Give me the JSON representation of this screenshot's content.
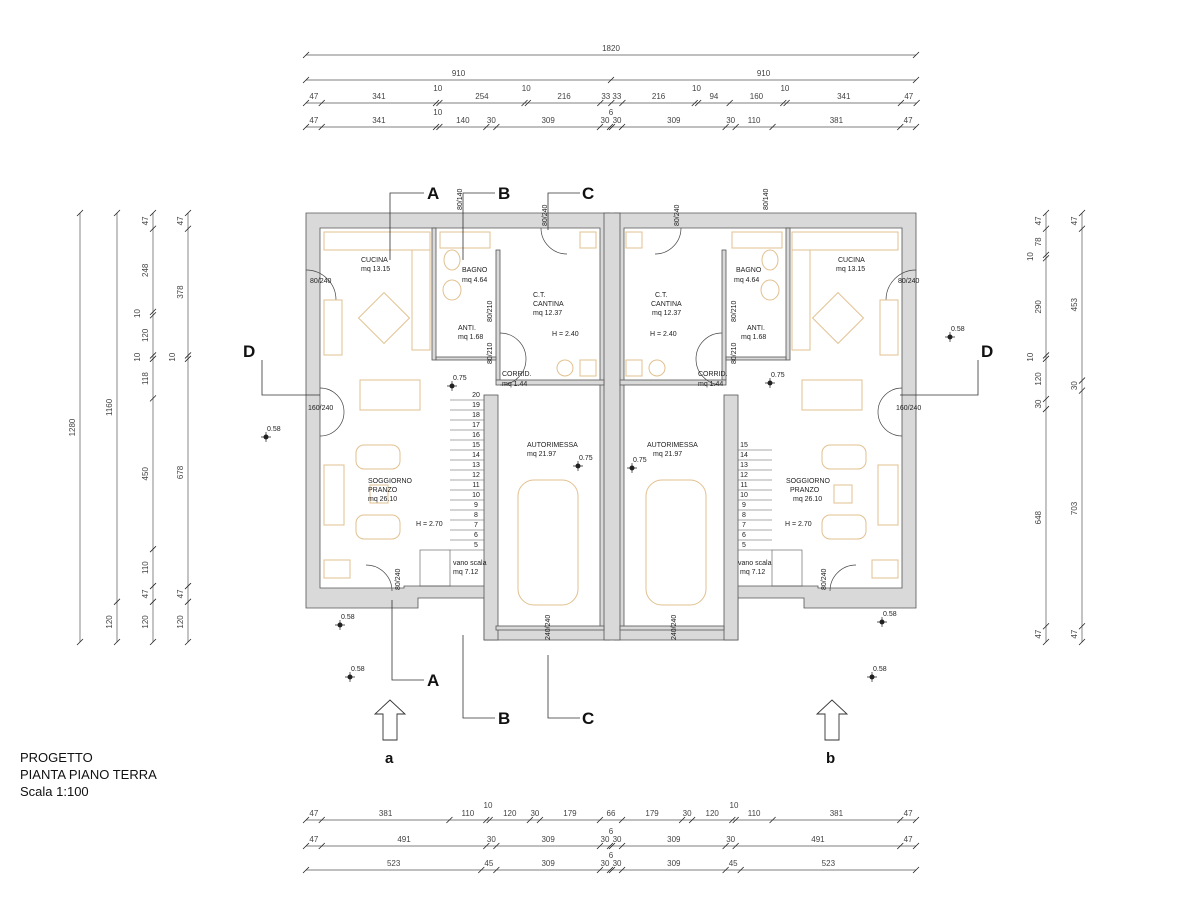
{
  "title_block": {
    "line1": "PROGETTO",
    "line2": "PIANTA PIANO TERRA",
    "line3": "Scala 1:100"
  },
  "dimensions": {
    "top": [
      [
        1820
      ],
      [
        910,
        910
      ],
      [
        47,
        341,
        10,
        254,
        10,
        216,
        33,
        33,
        216,
        10,
        94,
        160,
        10,
        341,
        47
      ],
      [
        47,
        341,
        10,
        140,
        30,
        309,
        30,
        6,
        30,
        309,
        30,
        110,
        381,
        47
      ]
    ],
    "bottom": [
      [
        47,
        381,
        110,
        10,
        120,
        30,
        179,
        66,
        179,
        30,
        120,
        10,
        110,
        381,
        47
      ],
      [
        47,
        491,
        30,
        309,
        30,
        6,
        30,
        309,
        30,
        491,
        47
      ],
      [
        523,
        45,
        309,
        30,
        6,
        30,
        309,
        45,
        523
      ]
    ],
    "left": [
      [
        1280
      ],
      [
        1160,
        120
      ],
      [
        47,
        248,
        10,
        120,
        10,
        118,
        450,
        110,
        47,
        120
      ],
      [
        47,
        378,
        10,
        678,
        47,
        120
      ]
    ],
    "right": [
      [
        47,
        78,
        10,
        290,
        10,
        120,
        30,
        648,
        47
      ],
      [
        47,
        453,
        30,
        703,
        47
      ]
    ]
  },
  "left_unit": {
    "rooms": [
      "CUCINA",
      "mq 13.15",
      "BAGNO",
      "mq  4.64",
      "ANTI.",
      "mq 1.68",
      "C.T.",
      "CANTINA",
      "mq 12.37",
      "H = 2.40",
      "CORRID.",
      "mq 1.44",
      "AUTORIMESSA",
      "mq 21.97",
      "SOGGIORNO",
      "PRANZO",
      "mq 26.10",
      "H = 2.70",
      "vano scala",
      "mq 7.12"
    ],
    "stair_steps": [
      "20",
      "19",
      "18",
      "17",
      "16",
      "15",
      "14",
      "13",
      "12",
      "11",
      "10",
      "9",
      "8",
      "7",
      "6",
      "5"
    ]
  },
  "right_unit": {
    "rooms": [
      "C.T.",
      "CANTINA",
      "mq 12.37",
      "H = 2.40",
      "BAGNO",
      "mq  4.64",
      "ANTI.",
      "mq 1.68",
      "CUCINA",
      "mq 13.15",
      "CORRID.",
      "mq 1.44",
      "AUTORIMESSA",
      "mq 21.97",
      "SOGGIORNO",
      "PRANZO",
      "mq 26.10",
      "H = 2.70",
      "vano scala",
      "mq 7.12"
    ],
    "stair_steps": [
      "15",
      "14",
      "13",
      "12",
      "11",
      "10",
      "9",
      "8",
      "7",
      "6",
      "5"
    ]
  },
  "openings": [
    "80/140",
    "80/240",
    "80/240",
    "80/140",
    "80/240",
    "80/240",
    "160/240",
    "160/240",
    "80/210",
    "80/210",
    "80/210",
    "80/210",
    "80/240",
    "80/240",
    "240/240",
    "240/240"
  ],
  "levels": [
    "0.75",
    "0.75",
    "0.75",
    "0.75",
    "0.58",
    "0.58",
    "0.58",
    "0.58",
    "0.58",
    "0.58"
  ],
  "sections": {
    "A": "A",
    "B": "B",
    "C": "C",
    "D": "D"
  },
  "entrances": [
    "a",
    "b"
  ],
  "colors": {
    "wall": "#d9d9d9",
    "line": "#333333",
    "furniture": "#e2c08f"
  }
}
